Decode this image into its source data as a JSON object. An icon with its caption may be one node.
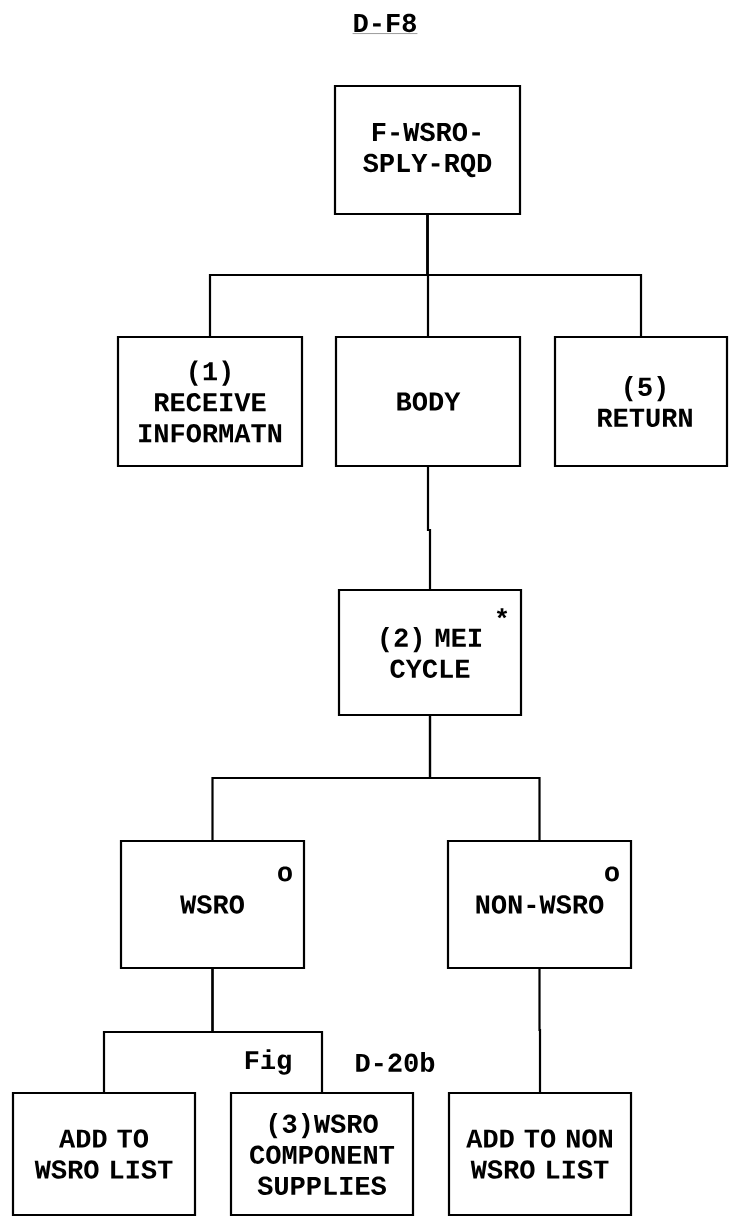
{
  "diagram": {
    "title": "D-F8",
    "nodes": [
      {
        "text": [
          "F-WSRO- SPLY-RQD"
        ]
      },
      {
        "text": [
          "(1) RECEIVE INFORMATN"
        ]
      },
      {
        "text": [
          "BODY"
        ]
      },
      {
        "text": [
          "(5) RETURN"
        ]
      },
      {
        "text": [
          "(2) MEI CYCLE"
        ]
      },
      {
        "text": [
          "WSRO"
        ]
      },
      {
        "text": [
          "NON-WSRO"
        ]
      },
      {
        "text": [
          "ADD TO WSRO LIST"
        ]
      },
      {
        "text": [
          "(3)WSRO COMPONENT SUPPLIES"
        ]
      },
      {
        "text": [
          "ADD TO NON WSRO LIST"
        ]
      }
    ],
    "edges": [
      {
        "from": 0,
        "to": 1,
        "arrow": "none"
      },
      {
        "from": 0,
        "to": 2,
        "arrow": "none"
      },
      {
        "from": 0,
        "to": 3,
        "arrow": "none"
      },
      {
        "from": 2,
        "to": 4,
        "arrow": "none"
      },
      {
        "from": 4,
        "to": 5,
        "arrow": "none"
      },
      {
        "from": 4,
        "to": 6,
        "arrow": "none"
      },
      {
        "from": 5,
        "to": 7,
        "arrow": "none"
      },
      {
        "from": 5,
        "to": 8,
        "arrow": "none"
      },
      {
        "from": 6,
        "to": 9,
        "arrow": "none"
      }
    ],
    "labels": [
      "*",
      "o",
      "o",
      "Fig",
      "D-20b"
    ]
  }
}
